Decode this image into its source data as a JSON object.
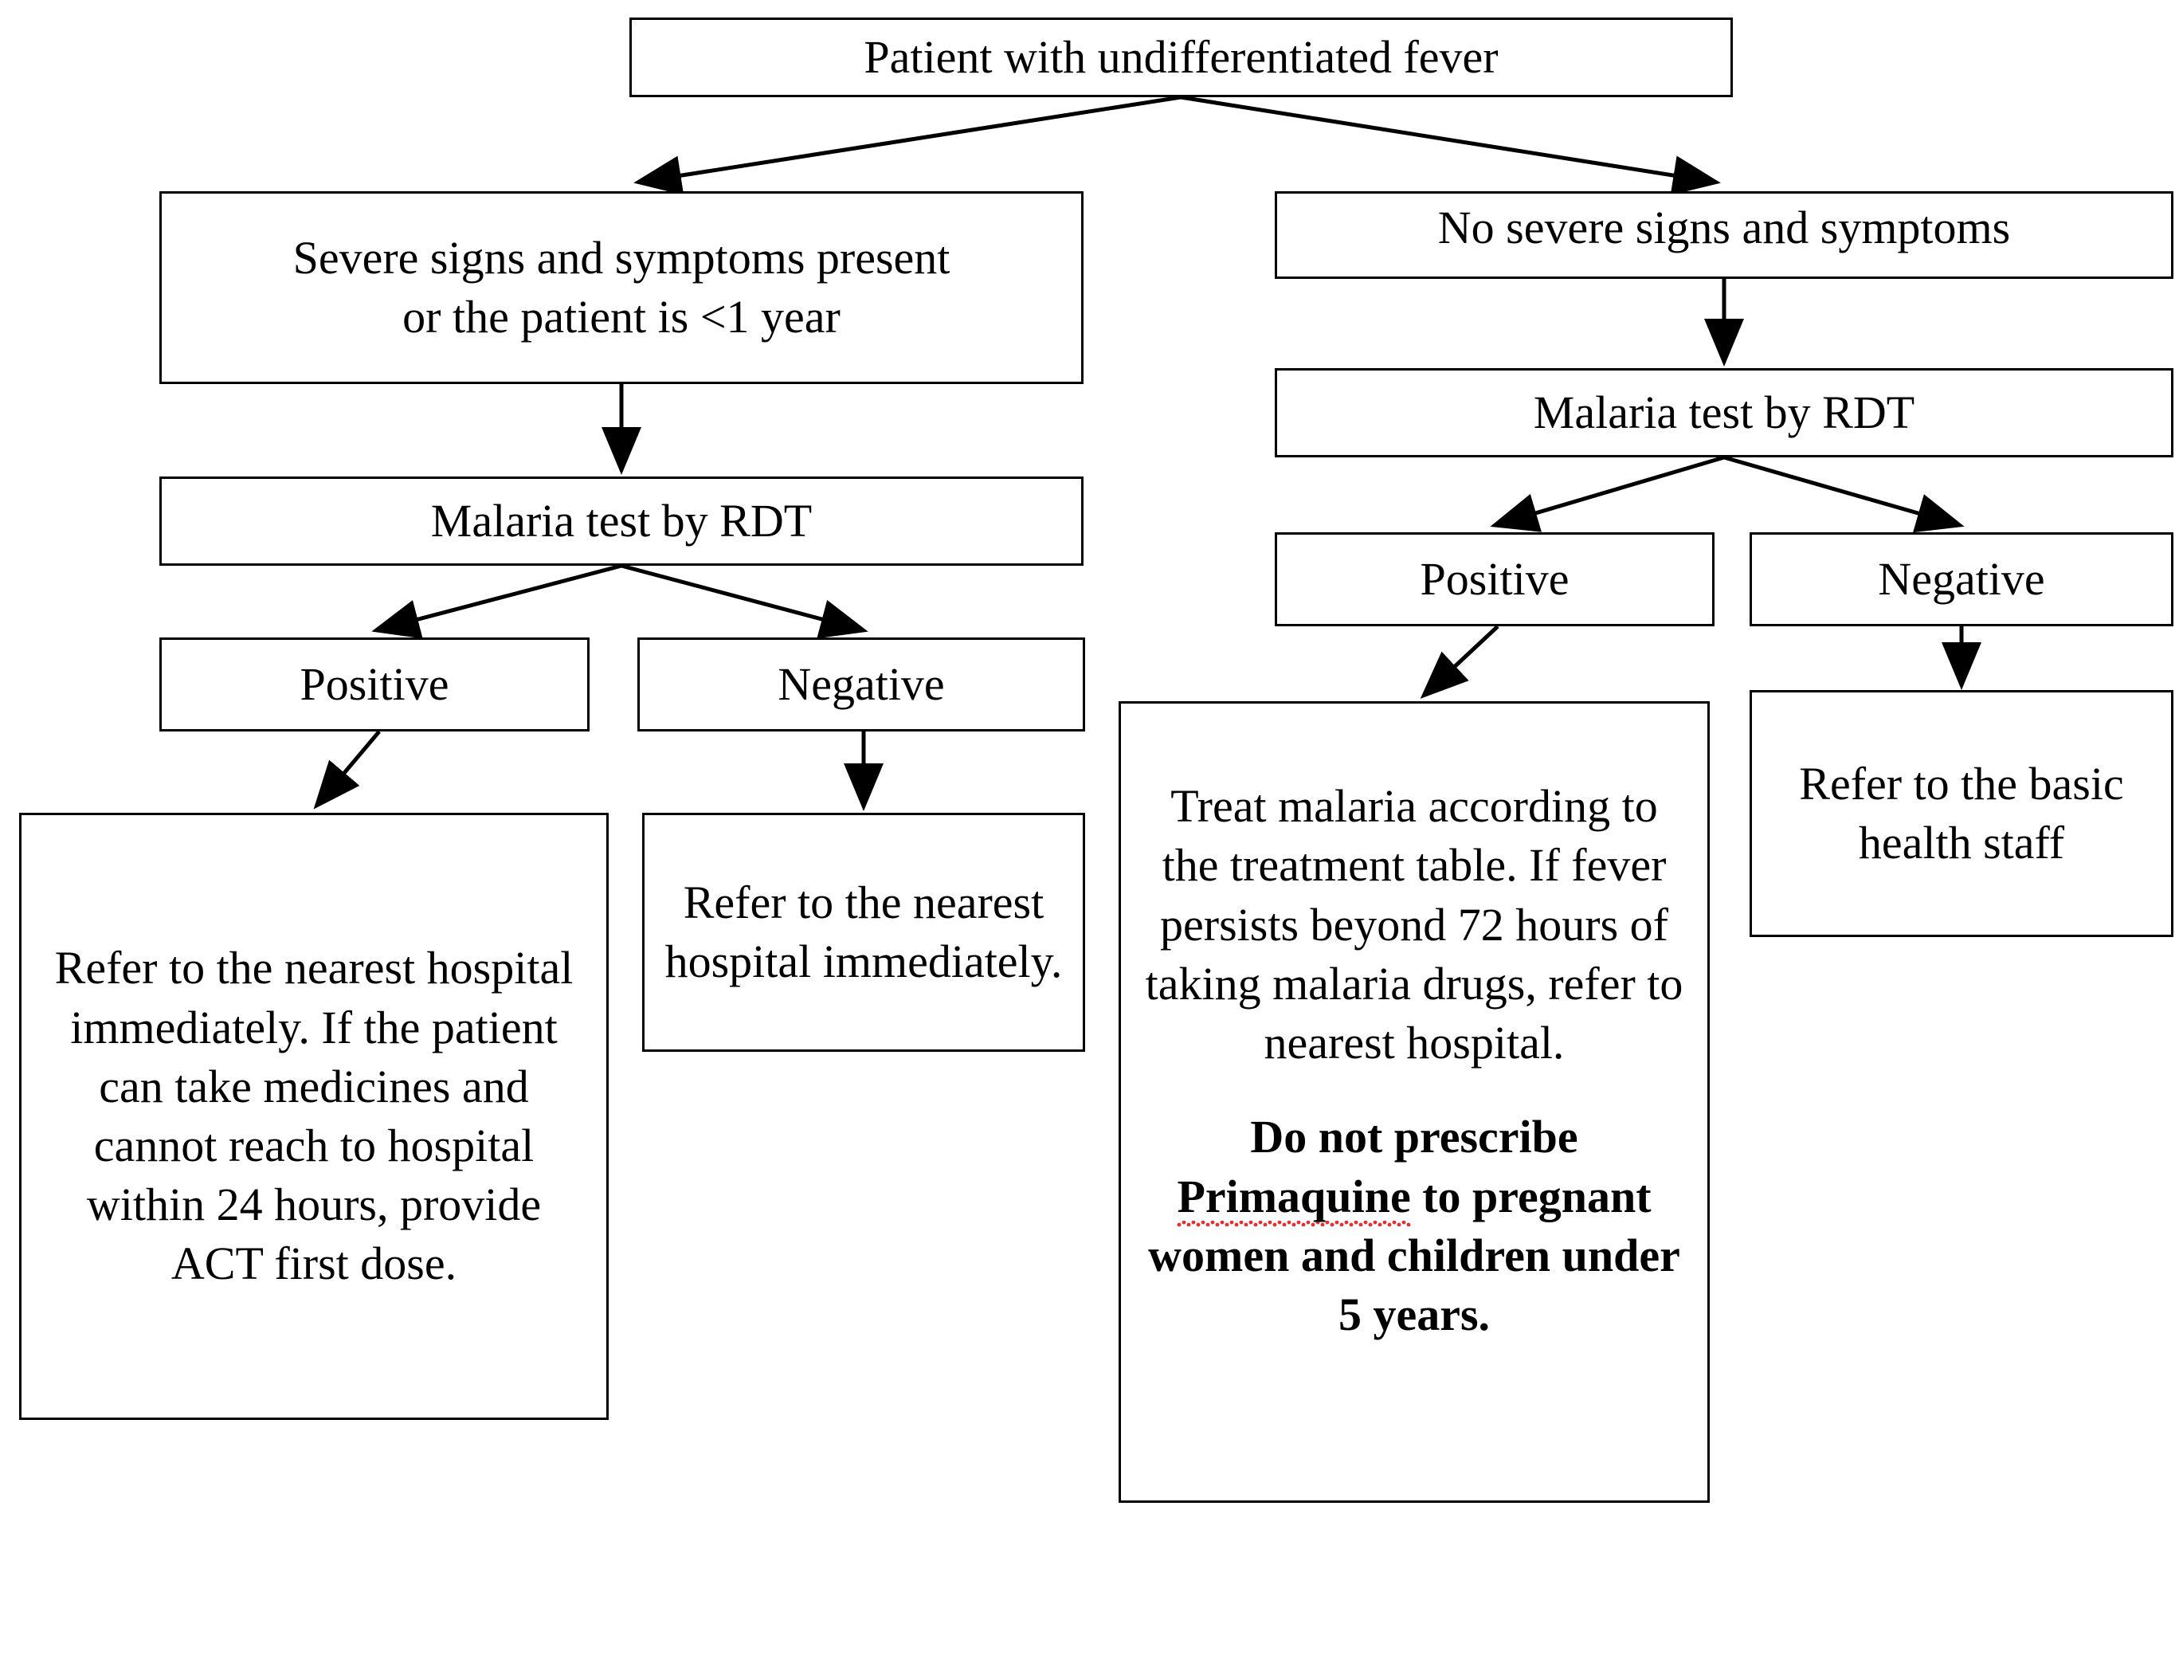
{
  "diagram": {
    "title": "Malaria undifferentiated fever management flowchart",
    "line_color": "#000000",
    "box_border_color": "#000000",
    "box_fill_color": "#ffffff",
    "spellcheck_underline_color": "#e53030"
  },
  "nodes": {
    "top": "Patient with undifferentiated fever",
    "severe": "Severe signs and symptoms present\nor the patient is <1 year",
    "no_severe": "No severe signs and symptoms",
    "rdt_left": "Malaria test by RDT",
    "rdt_right": "Malaria test by RDT",
    "positive_left": "Positive",
    "negative_left": "Negative",
    "positive_right": "Positive",
    "negative_right": "Negative",
    "refer_act": "Refer to the nearest hospital immediately. If the patient can take medicines and cannot reach to hospital within 24 hours, provide ACT first dose.",
    "refer_nearest": "Refer to the nearest hospital immediately.",
    "treat_body": "Treat malaria according to the treatment table. If fever persists beyond 72 hours of taking malaria drugs, refer to nearest hospital.",
    "treat_warning_pre": "Do not prescribe ",
    "treat_warning_drug": "Primaquine",
    "treat_warning_post": " to pregnant women and children under 5 years.",
    "refer_basic": "Refer to the basic health staff"
  }
}
